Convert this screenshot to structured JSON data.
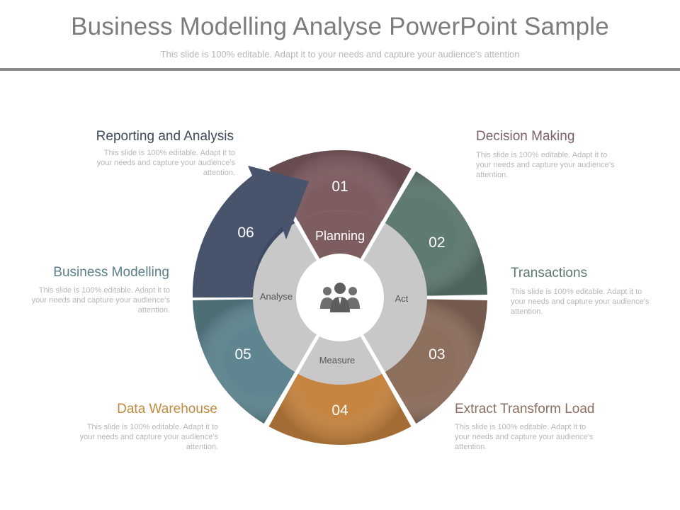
{
  "header": {
    "title": "Business Modelling Analyse PowerPoint Sample",
    "subtitle": "This slide is 100% editable. Adapt it to your needs and capture your audience's attention"
  },
  "segments": [
    {
      "number": "01",
      "color": "#7e5d61"
    },
    {
      "number": "02",
      "color": "#5f7a70"
    },
    {
      "number": "03",
      "color": "#8d6f5e"
    },
    {
      "number": "04",
      "color": "#c5843f"
    },
    {
      "number": "05",
      "color": "#5f8690"
    },
    {
      "number": "06",
      "color": "#3d4a63"
    }
  ],
  "inner": {
    "planning": "Planning",
    "act": "Act",
    "measure": "Measure",
    "analyse": "Analyse"
  },
  "labels": {
    "reporting": {
      "title": "Reporting and Analysis",
      "color": "#3e4a5c",
      "body": "This slide is 100% editable. Adapt it to your needs and capture your audience's attention."
    },
    "decision": {
      "title": "Decision Making",
      "color": "#7b5f67",
      "body": "This slide is 100% editable. Adapt it to your needs and capture your audience's attention."
    },
    "business": {
      "title": "Business Modelling",
      "color": "#5a7f8a",
      "body": "This slide is 100% editable. Adapt it to your needs and capture your audience's attention."
    },
    "transactions": {
      "title": "Transactions",
      "color": "#5d7870",
      "body": "This slide is 100% editable. Adapt it to your needs and capture your audience's attention."
    },
    "warehouse": {
      "title": "Data Warehouse",
      "color": "#c08a3e",
      "body": "This slide is 100% editable. Adapt it to your needs and capture your audience's attention."
    },
    "etl": {
      "title": "Extract Transform  Load",
      "color": "#8c6d60",
      "body": "This slide is 100% editable. Adapt it to your needs and capture your audience's attention."
    }
  },
  "icons": {
    "center": "people-group-icon",
    "arrow": "cycle-arrow-icon"
  }
}
